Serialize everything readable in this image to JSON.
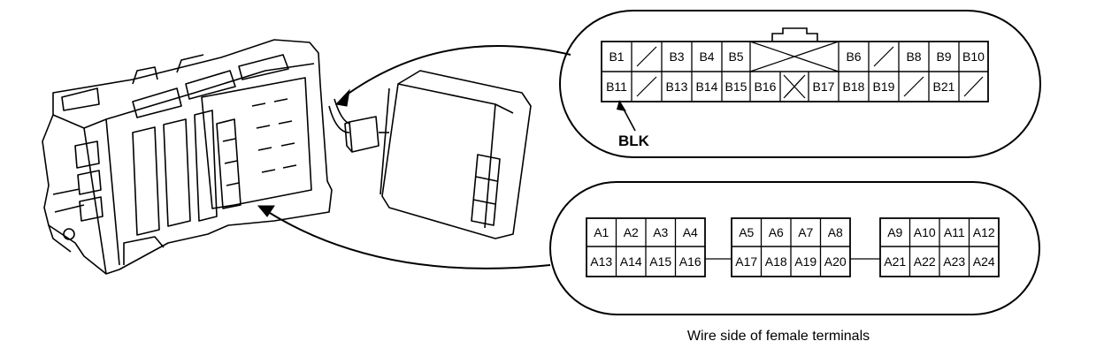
{
  "connector_b": {
    "top_row": [
      "B1",
      "",
      "B3",
      "B4",
      "B5",
      "",
      "",
      "B6",
      "",
      "B8",
      "B9",
      "B10"
    ],
    "bottom_row": [
      "B11",
      "",
      "B13",
      "B14",
      "B15",
      "B16",
      "",
      "B17",
      "B18",
      "B19",
      "",
      "B21",
      ""
    ],
    "wire_color_label": "BLK"
  },
  "connector_a": {
    "blocks": [
      {
        "top": [
          "A1",
          "A2",
          "A3",
          "A4"
        ],
        "bottom": [
          "A13",
          "A14",
          "A15",
          "A16"
        ]
      },
      {
        "top": [
          "A5",
          "A6",
          "A7",
          "A8"
        ],
        "bottom": [
          "A17",
          "A18",
          "A19",
          "A20"
        ]
      },
      {
        "top": [
          "A9",
          "A10",
          "A11",
          "A12"
        ],
        "bottom": [
          "A21",
          "A22",
          "A23",
          "A24"
        ]
      }
    ]
  },
  "caption": "Wire side of female terminals"
}
